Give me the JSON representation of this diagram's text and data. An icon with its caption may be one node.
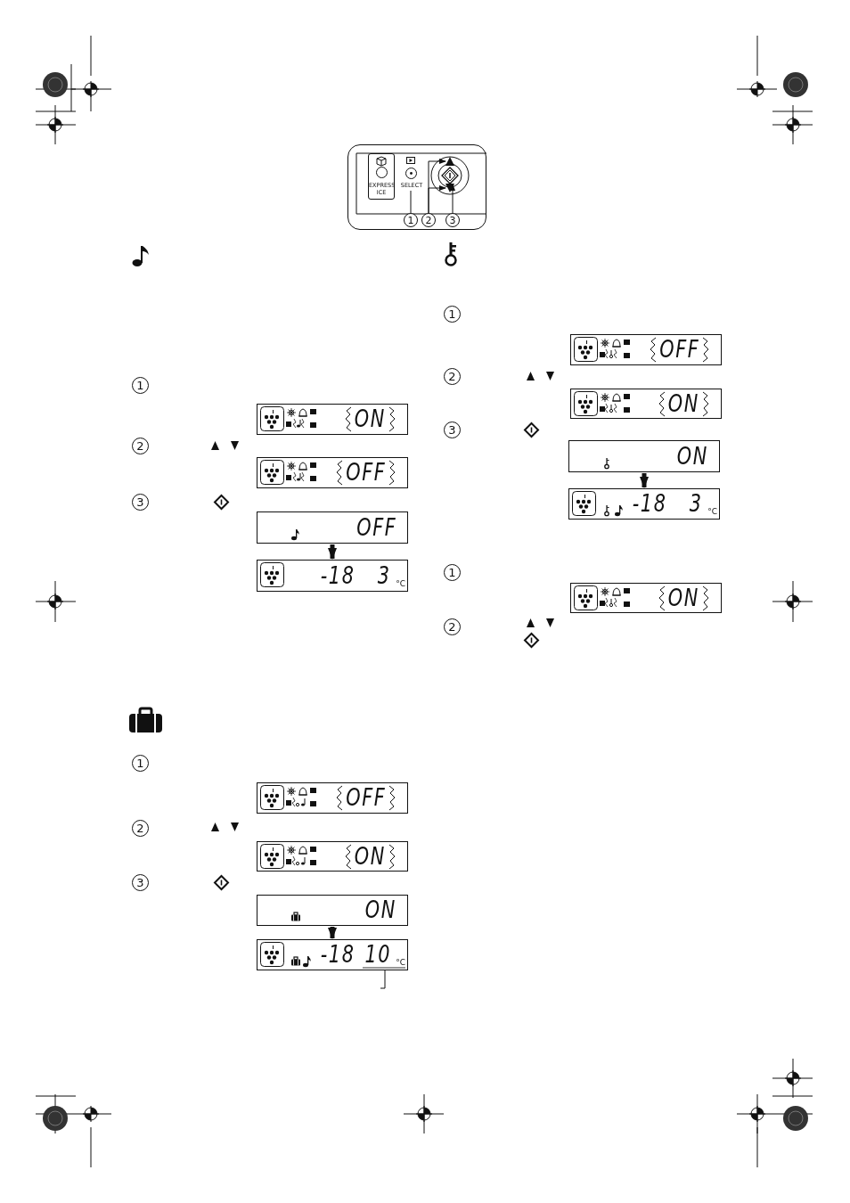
{
  "diagram": {
    "nodes": [
      {
        "text": [
          "EXPRESS ICE"
        ]
      },
      {
        "text": [
          "SELECT"
        ]
      },
      {
        "text": [],
        "shape": "triangle"
      },
      {
        "text": [],
        "shape": "triangle"
      },
      {
        "text": [],
        "shape": "diamond"
      },
      {
        "text": [
          "1"
        ]
      },
      {
        "text": [
          "2"
        ]
      },
      {
        "text": [
          "3"
        ]
      },
      {
        "text": [
          "ON"
        ]
      },
      {
        "text": [
          "OFF"
        ]
      },
      {
        "text": [
          "OFF"
        ]
      },
      {
        "text": [
          "-18",
          "3",
          "°C"
        ]
      },
      {
        "text": [
          "OFF"
        ]
      },
      {
        "text": [
          "ON"
        ]
      },
      {
        "text": [
          "ON"
        ]
      },
      {
        "text": [
          "-18",
          "3",
          "°C"
        ]
      },
      {
        "text": [
          "ON"
        ]
      },
      {
        "text": [
          "OFF"
        ]
      },
      {
        "text": [
          "ON"
        ]
      },
      {
        "text": [
          "ON"
        ]
      },
      {
        "text": [
          "-18",
          "10",
          "°C"
        ]
      }
    ],
    "edges": [
      {
        "from": 5,
        "to": 1,
        "arrow": "none"
      },
      {
        "from": 6,
        "to": 2,
        "arrow": "to"
      },
      {
        "from": 6,
        "to": 3,
        "arrow": "to"
      },
      {
        "from": 7,
        "to": 4,
        "arrow": "to"
      },
      {
        "from": 10,
        "to": 11,
        "arrow": "to",
        "style": "thick"
      },
      {
        "from": 14,
        "to": 15,
        "arrow": "to",
        "style": "thick"
      },
      {
        "from": 19,
        "to": 20,
        "arrow": "to",
        "style": "thick"
      },
      {
        "from": 20,
        "to": null,
        "arrow": "none"
      }
    ],
    "labels": [
      "1",
      "2",
      "3",
      "1",
      "2",
      "3",
      "1",
      "2",
      "1",
      "2",
      "3"
    ]
  }
}
